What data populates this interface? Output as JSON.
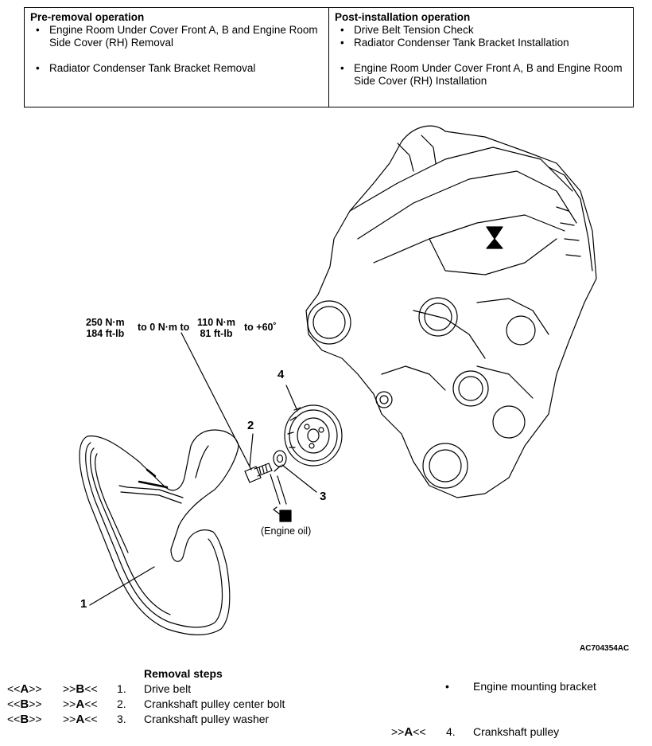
{
  "pre_removal": {
    "heading": "Pre-removal operation",
    "items": [
      "Engine Room Under Cover Front A, B and Engine Room Side Cover (RH) Removal",
      "Radiator Condenser Tank Bracket Removal"
    ]
  },
  "post_installation": {
    "heading": "Post-installation operation",
    "items": [
      "Drive Belt Tension Check",
      "Radiator Condenser Tank Bracket Installation",
      "Engine Room Under Cover Front A, B and Engine Room Side Cover (RH) Installation"
    ]
  },
  "figure": {
    "torque": {
      "t1_nm": "250 N·m",
      "t1_ftlb": "184 ft-lb",
      "mid": "to 0 N·m to",
      "t2_nm": "110 N·m",
      "t2_ftlb": "81 ft-lb",
      "angle": "to +60˚"
    },
    "callouts": {
      "c1": "1",
      "c2": "2",
      "c3": "3",
      "c4": "4"
    },
    "oil_label": "(Engine oil)",
    "figure_id": "AC704354AC"
  },
  "removal": {
    "title": "Removal steps",
    "steps": [
      {
        "rem_pre": "<<",
        "rem_key": "A",
        "rem_post": ">>",
        "ins_pre": ">>",
        "ins_key": "B",
        "ins_post": "<<",
        "no": "1.",
        "name": "Drive belt"
      },
      {
        "rem_pre": "<<",
        "rem_key": "B",
        "rem_post": ">>",
        "ins_pre": ">>",
        "ins_key": "A",
        "ins_post": "<<",
        "no": "2.",
        "name": "Crankshaft pulley center bolt"
      },
      {
        "rem_pre": "<<",
        "rem_key": "B",
        "rem_post": ">>",
        "ins_pre": ">>",
        "ins_key": "A",
        "ins_post": "<<",
        "no": "3.",
        "name": "Crankshaft pulley washer"
      }
    ],
    "note": "Engine mounting bracket",
    "step4": {
      "ins_pre": ">>",
      "ins_key": "A",
      "ins_post": "<<",
      "no": "4.",
      "name": "Crankshaft pulley"
    }
  }
}
